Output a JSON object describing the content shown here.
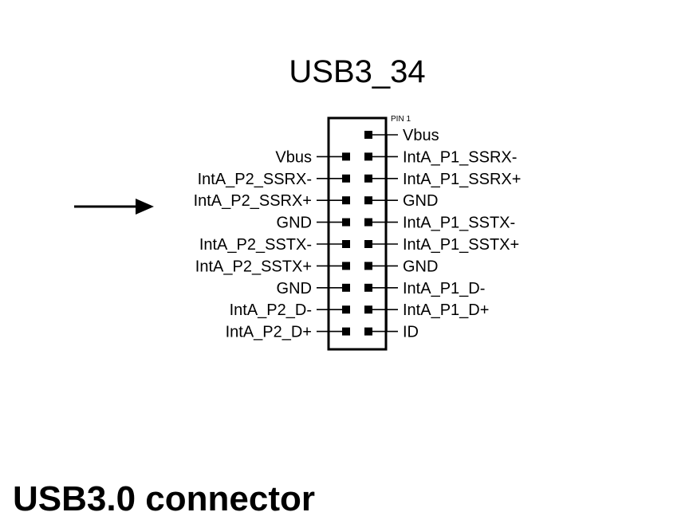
{
  "header": {
    "title": "USB3_34"
  },
  "footer": {
    "title": "USB3.0 connector"
  },
  "connector": {
    "pin1_label": "PIN 1",
    "left_pins": [
      "Vbus",
      "IntA_P2_SSRX-",
      "IntA_P2_SSRX+",
      "GND",
      "IntA_P2_SSTX-",
      "IntA_P2_SSTX+",
      "GND",
      "IntA_P2_D-",
      "IntA_P2_D+"
    ],
    "right_pins": [
      "Vbus",
      "IntA_P1_SSRX-",
      "IntA_P1_SSRX+",
      "GND",
      "IntA_P1_SSTX-",
      "IntA_P1_SSTX+",
      "GND",
      "IntA_P1_D-",
      "IntA_P1_D+",
      "ID"
    ]
  },
  "colors": {
    "line": "#000000",
    "background": "#ffffff"
  },
  "icons": {
    "pointer": "arrow-right-icon"
  }
}
